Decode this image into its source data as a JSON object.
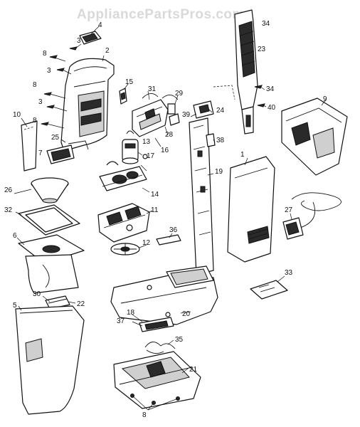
{
  "watermark": "AppliancePartsPros.com",
  "callouts": [
    "4",
    "34",
    "2",
    "3",
    "8",
    "3",
    "23",
    "8",
    "15",
    "31",
    "29",
    "34",
    "3",
    "9",
    "10",
    "8",
    "39",
    "24",
    "40",
    "25",
    "7",
    "28",
    "16",
    "38",
    "13",
    "17",
    "1",
    "19",
    "26",
    "14",
    "27",
    "32",
    "11",
    "36",
    "6",
    "12",
    "33",
    "30",
    "22",
    "20",
    "5",
    "18",
    "37",
    "35",
    "21",
    "8"
  ]
}
